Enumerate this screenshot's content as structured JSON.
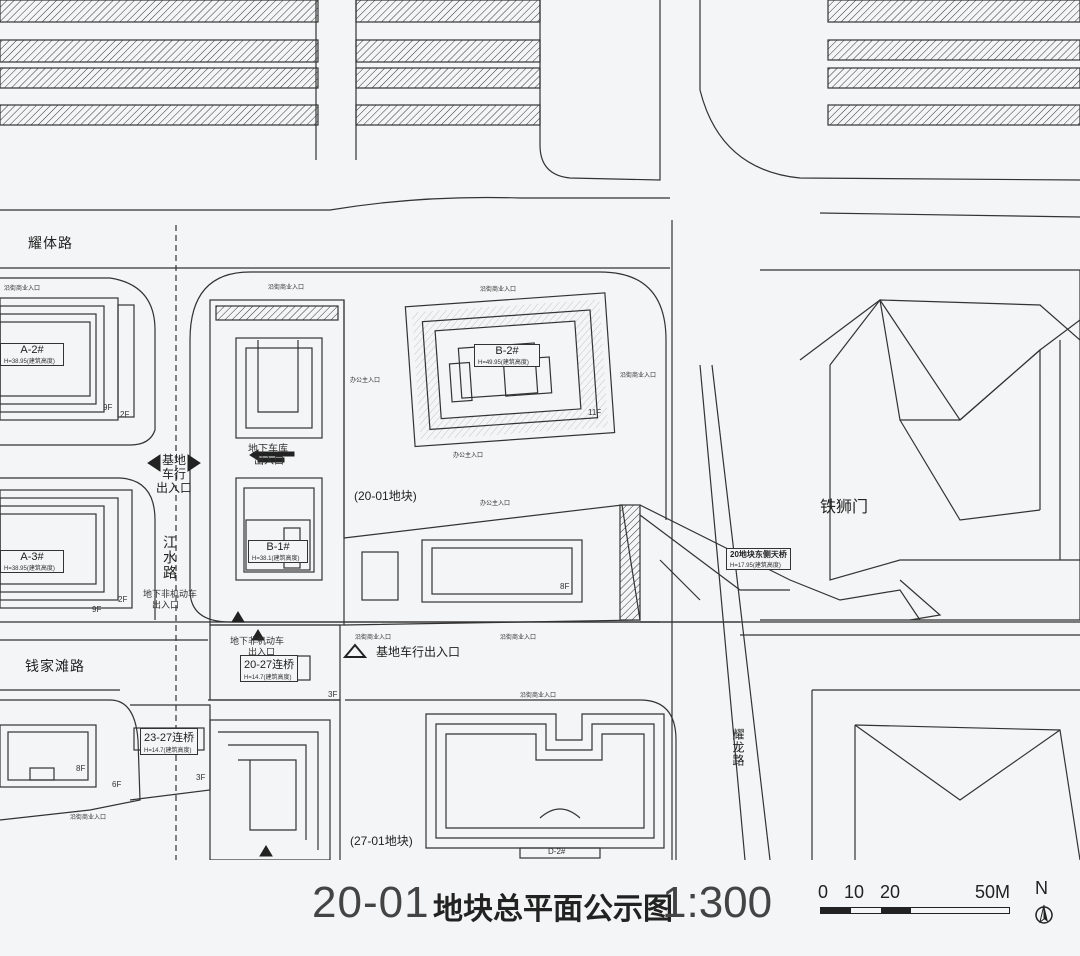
{
  "title": {
    "prefix": "20-01",
    "main": "地块总平面公示图",
    "scale": "1:300"
  },
  "scale_bar": {
    "ticks": [
      "0",
      "10",
      "20",
      "50M"
    ]
  },
  "north": "N",
  "roads": {
    "north": "耀体路",
    "middle": "钱家滩路",
    "vertical": "江水路",
    "east": "耀龙路"
  },
  "district": "铁狮门",
  "plots": {
    "p2001": "(20-01地块)",
    "p2701": "(27-01地块)"
  },
  "buildings": {
    "a2": {
      "code": "A-2#",
      "sub": "H=38.95(建筑高度)",
      "floors": "9F",
      "floors2": "2F"
    },
    "a3": {
      "code": "A-3#",
      "sub": "H=38.95(建筑高度)",
      "floors": "9F",
      "floors2": "2F"
    },
    "b2": {
      "code": "B-2#",
      "sub": "H=49.95(建筑高度)",
      "floors": "11F"
    },
    "b1": {
      "code": "B-1#",
      "sub": "H=38.1(建筑高度)",
      "floors": "8F"
    },
    "d2": {
      "code": "D-2#"
    },
    "left_low": {
      "floors": "8F",
      "floors2": "6F"
    }
  },
  "bridges": {
    "b2027": {
      "name": "20-27连桥",
      "sub": "H=14.7(建筑高度)"
    },
    "b2327": {
      "name": "23-27连桥",
      "sub": "H=14.7(建筑高度)"
    },
    "b20east": {
      "name": "20地块东侧天桥",
      "sub": "H=17.95(建筑高度)"
    }
  },
  "labels": {
    "base_entry_line1": "基地",
    "base_entry_line2": "车行",
    "base_entry_line3": "出入口",
    "base_entry_south": "基地车行出入口",
    "underground_garage": "地下车库",
    "underground_garage2": "出入口",
    "nonmotor_w1": "地下非机动车",
    "nonmotor_w2": "出入口",
    "nonmotor_s1": "地下非机动车",
    "nonmotor_s2": "出入口",
    "office_entry": "办公主入口",
    "street_entry": "沿街商业入口",
    "frontage": "沿街商业入口",
    "f3": "3F"
  }
}
